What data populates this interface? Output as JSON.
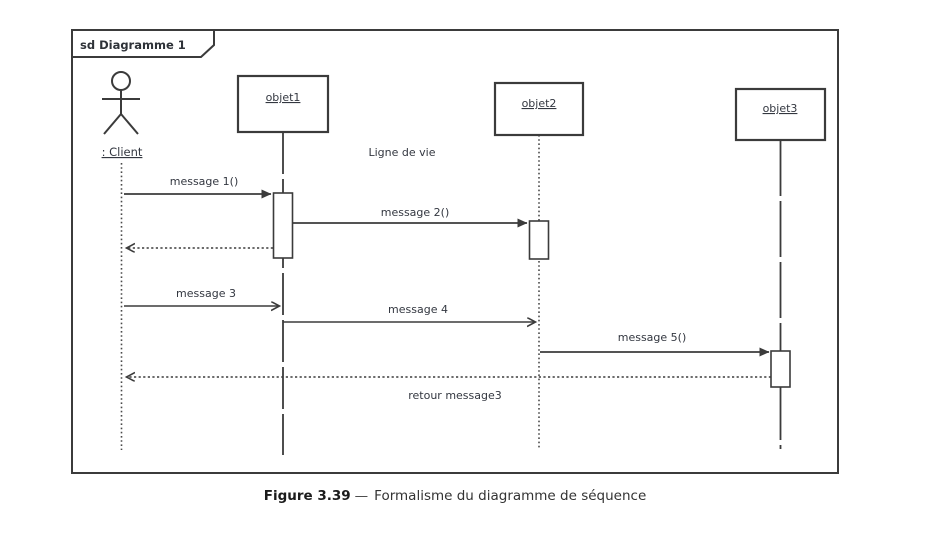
{
  "diagram": {
    "frame_label": "sd Diagramme 1",
    "actor": {
      "label": ": Client"
    },
    "objects": [
      {
        "label": "objet1"
      },
      {
        "label": "objet2"
      },
      {
        "label": "objet3"
      }
    ],
    "annotation": "Ligne de vie",
    "messages": [
      {
        "label": "message 1()",
        "kind": "sync"
      },
      {
        "label": "message 2()",
        "kind": "sync"
      },
      {
        "label": "message 3",
        "kind": "async"
      },
      {
        "label": "message 4",
        "kind": "async"
      },
      {
        "label": "message 5()",
        "kind": "sync"
      },
      {
        "label": "retour message3",
        "kind": "return"
      }
    ]
  },
  "caption": {
    "figure_label": "Figure 3.39",
    "separator": "—",
    "text": "Formalisme du diagramme de séquence"
  },
  "colors": {
    "line": "#3b3b3b",
    "text": "#333740",
    "background": "#ffffff"
  }
}
